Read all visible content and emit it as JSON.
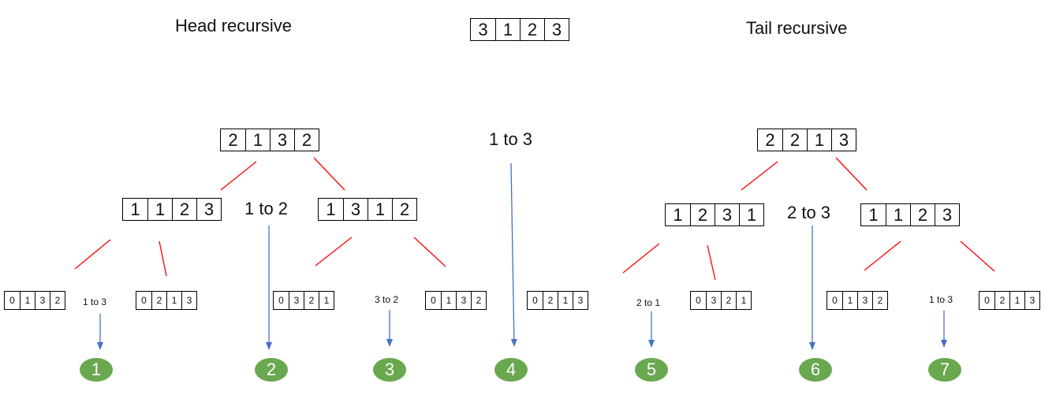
{
  "titles": {
    "head": "Head recursive",
    "tail": "Tail recursive"
  },
  "root_array": [
    "3",
    "1",
    "2",
    "3"
  ],
  "head": {
    "level1": [
      "2",
      "1",
      "3",
      "2"
    ],
    "level2_left": [
      "1",
      "1",
      "2",
      "3"
    ],
    "level2_right": [
      "1",
      "3",
      "1",
      "2"
    ],
    "level3": [
      [
        "0",
        "1",
        "3",
        "2"
      ],
      [
        "0",
        "2",
        "1",
        "3"
      ],
      [
        "0",
        "3",
        "2",
        "1"
      ],
      [
        "0",
        "1",
        "3",
        "2"
      ]
    ]
  },
  "tail": {
    "level1": [
      "2",
      "2",
      "1",
      "3"
    ],
    "level2_left": [
      "1",
      "2",
      "3",
      "1"
    ],
    "level2_right": [
      "1",
      "1",
      "2",
      "3"
    ],
    "level3": [
      [
        "0",
        "2",
        "1",
        "3"
      ],
      [
        "0",
        "3",
        "2",
        "1"
      ],
      [
        "0",
        "1",
        "3",
        "2"
      ],
      [
        "0",
        "2",
        "1",
        "3"
      ]
    ]
  },
  "moves": {
    "m1": "1 to 3",
    "m2": "1 to 2",
    "m3": "3 to 2",
    "m4": "1 to 3",
    "m5": "2 to 1",
    "m6": "2 to 3",
    "m7": "1 to 3"
  },
  "steps": [
    "1",
    "2",
    "3",
    "4",
    "5",
    "6",
    "7"
  ],
  "colors": {
    "branch_line": "#ff0000",
    "arrow": "#4472c4",
    "step_fill": "#6aa84f"
  }
}
